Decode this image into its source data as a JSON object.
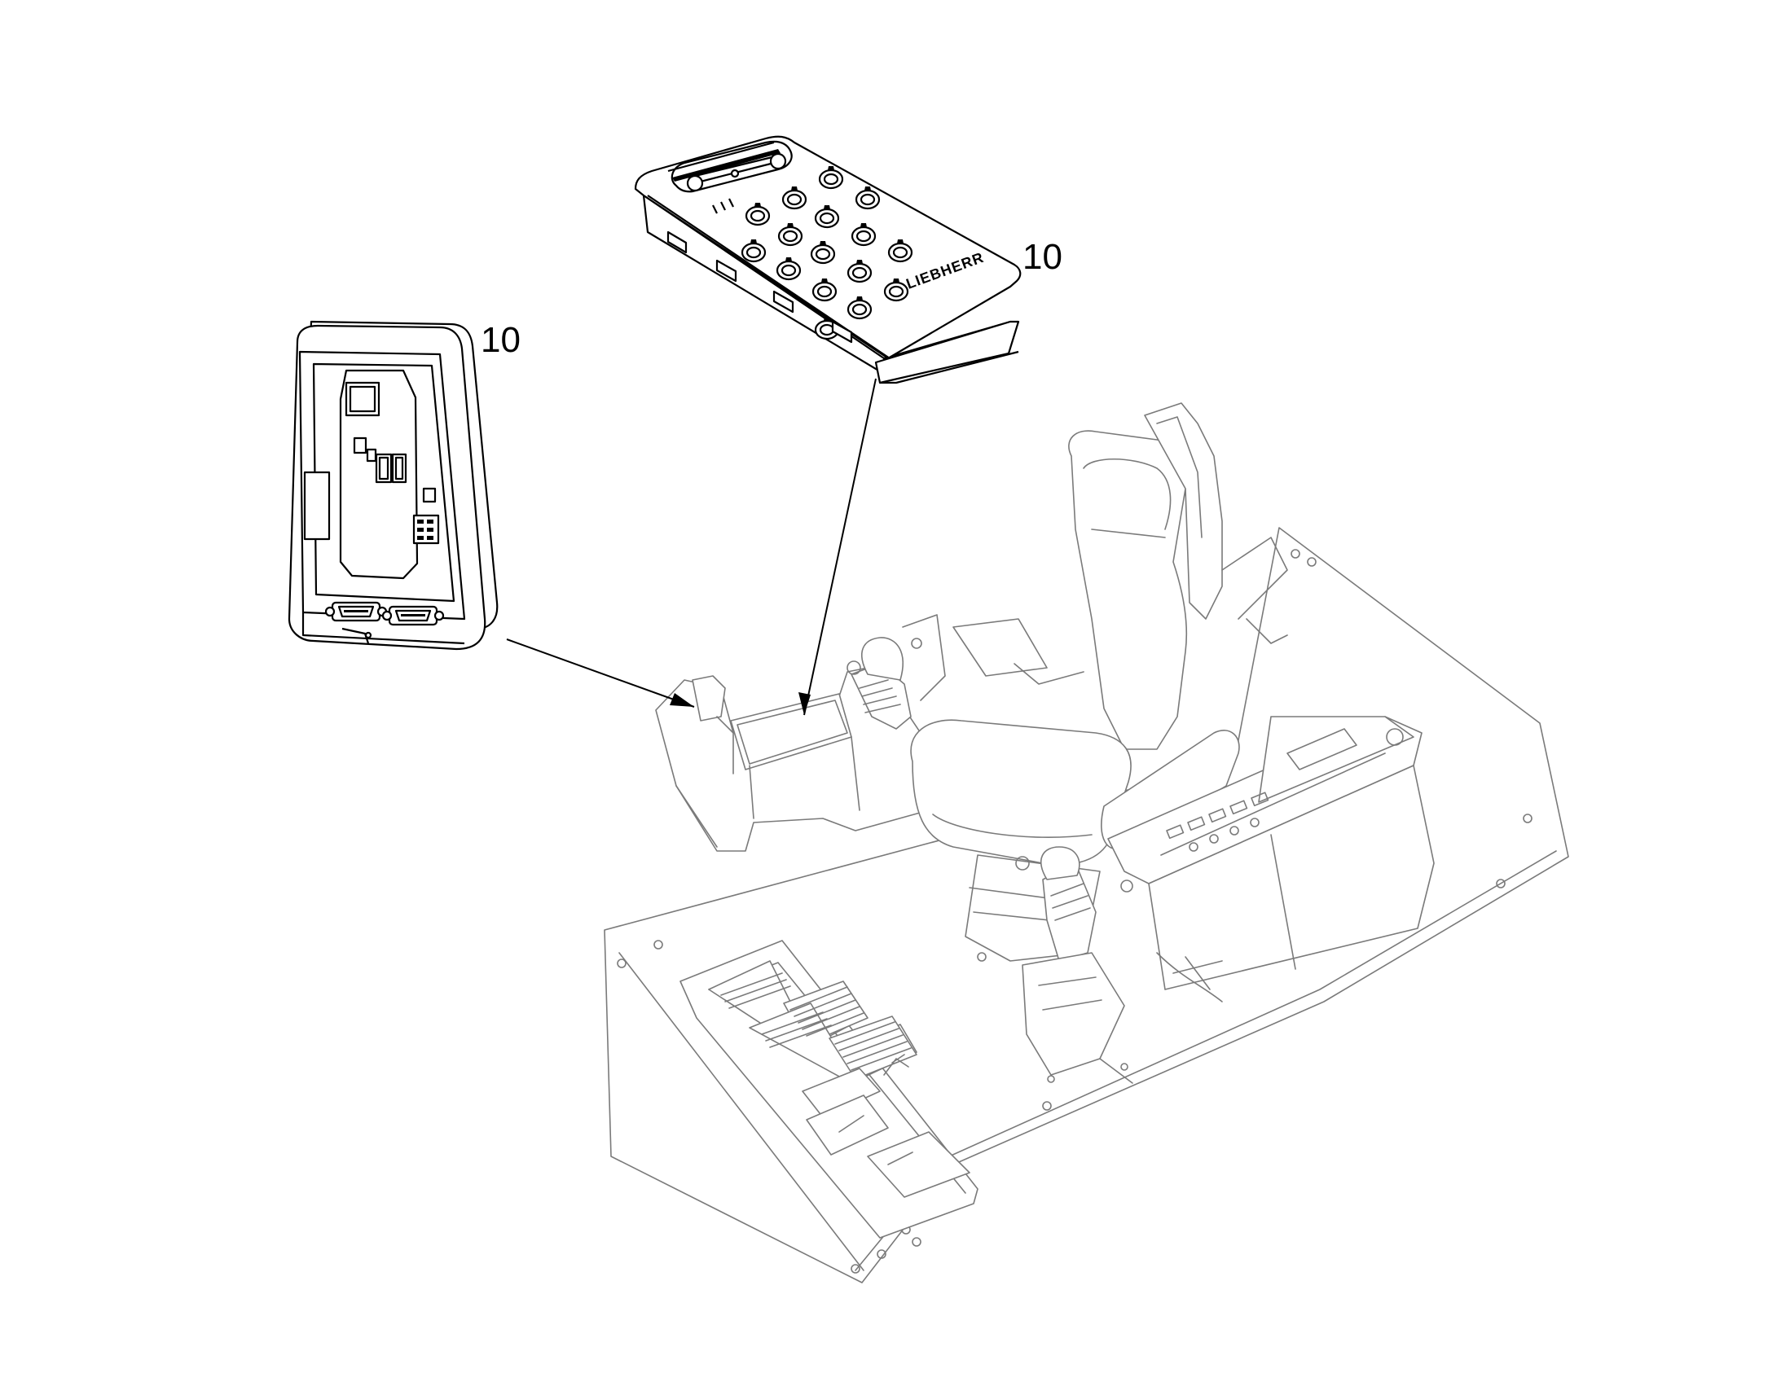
{
  "diagram": {
    "callouts": [
      {
        "id": "keypad-callout",
        "label": "10"
      },
      {
        "id": "controller-callout",
        "label": "10"
      }
    ],
    "logo_text": "LIEBHERR",
    "colors": {
      "part_outline": "#000000",
      "assembly_outline": "#7a7a7a",
      "background": "#ffffff"
    }
  }
}
